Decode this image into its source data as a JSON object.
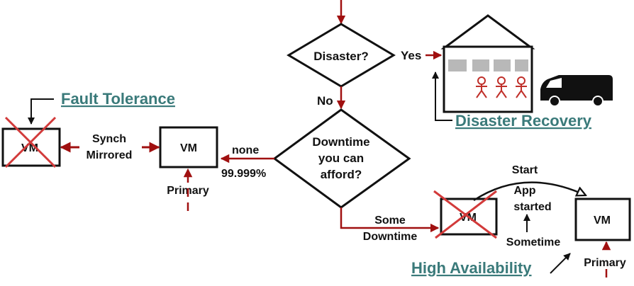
{
  "colors": {
    "arrow": "#a01010",
    "cross": "#d23a3a",
    "title": "#3a7a7a",
    "warehouse_fill": "#b8b8b8",
    "van": "#111111"
  },
  "decisions": {
    "disaster": "Disaster?",
    "downtime_lines": [
      "Downtime",
      "you can",
      "afford?"
    ]
  },
  "edges": {
    "yes": "Yes",
    "no": "No",
    "none": "none",
    "availability": "99.999%",
    "some_downtime_lines": [
      "Some",
      "Downtime"
    ],
    "synch_mirrored_lines": [
      "Synch",
      "Mirrored"
    ]
  },
  "titles": {
    "fault_tolerance": "Fault Tolerance",
    "disaster_recovery": "Disaster Recovery",
    "high_availability": "High Availability"
  },
  "vms": {
    "label": "VM",
    "primary": "Primary"
  },
  "ha": {
    "start": "Start",
    "app_started_lines": [
      "App",
      "started"
    ],
    "sometime": "Sometime"
  },
  "icons": {
    "warehouse": "warehouse-icon",
    "van": "van-icon",
    "person": "person-icon"
  }
}
